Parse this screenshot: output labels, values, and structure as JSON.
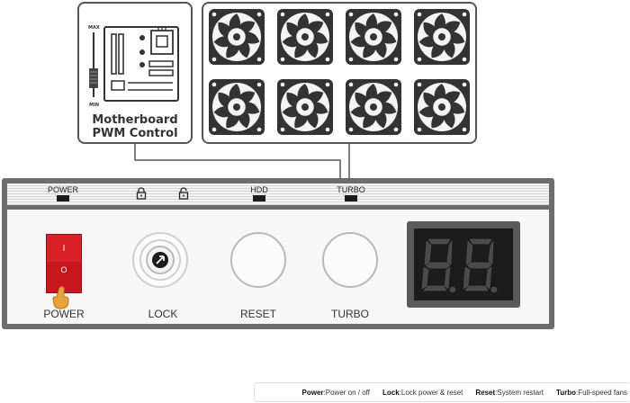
{
  "motherboard": {
    "max_label": "MAX",
    "min_label": "MIN",
    "title_line1": "Motherboard",
    "title_line2": "PWM Control"
  },
  "fans": {
    "count": 8,
    "icon": "fan-icon"
  },
  "panel": {
    "indicators": [
      {
        "label": "POWER",
        "led": true
      },
      {
        "icon": "lock-closed-icon"
      },
      {
        "icon": "lock-open-icon"
      },
      {
        "label": "HDD",
        "led": true
      },
      {
        "label": "TURBO",
        "led": true
      }
    ],
    "buttons": {
      "power": {
        "label": "POWER",
        "on_symbol": "I",
        "off_symbol": "O",
        "color": "#c8161d"
      },
      "lock": {
        "label": "LOCK"
      },
      "reset": {
        "label": "RESET"
      },
      "turbo": {
        "label": "TURBO"
      }
    },
    "display": {
      "digits": "8.8."
    }
  },
  "legend": [
    {
      "key": "Power",
      "sep": ":",
      "desc": "Power on / off"
    },
    {
      "key": "Lock",
      "sep": ":",
      "desc": "Lock power & reset"
    },
    {
      "key": "Reset",
      "sep": ":",
      "desc": "System restart"
    },
    {
      "key": "Turbo",
      "sep": ":",
      "desc": "Full-speed fans"
    }
  ],
  "colors": {
    "panel_frame": "#6d6d6d",
    "power_red": "#c8161d",
    "fan_dark": "#333333",
    "display_bg": "#1c1c1c",
    "hand": "#e8a23c"
  }
}
